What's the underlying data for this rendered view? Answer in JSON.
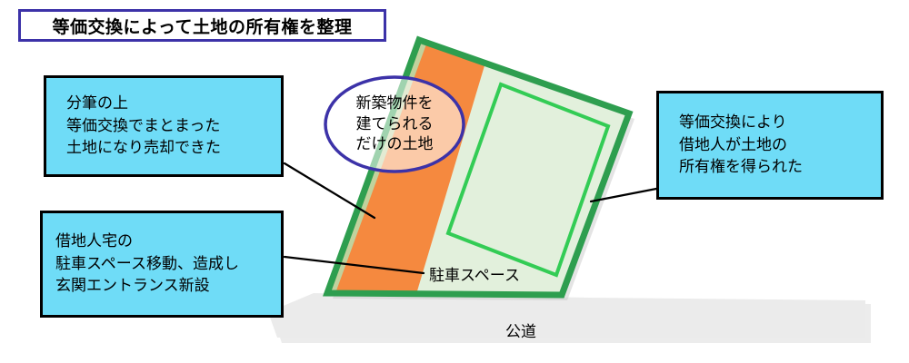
{
  "title": {
    "text": "等価交換によって土地の所有権を整理",
    "border_color": "#3c32a8"
  },
  "callouts": [
    {
      "id": "split",
      "lines": [
        "分筆の上",
        "等価交換でまとまった",
        "土地になり売却できた"
      ],
      "fill": "#6fdcf7",
      "border": "#000000"
    },
    {
      "id": "parking",
      "lines": [
        "借地人宅の",
        "駐車スペース移動、造成し",
        "玄関エントランス新設"
      ],
      "fill": "#6fdcf7",
      "border": "#000000"
    },
    {
      "id": "ownership",
      "lines": [
        "等価交換により",
        "借地人が土地の",
        "所有権を得られた"
      ],
      "fill": "#6fdcf7",
      "border": "#000000"
    }
  ],
  "ellipse_callout": {
    "lines": [
      "新築物件を",
      "建てられる",
      "だけの土地"
    ],
    "stroke": "#3c32a8",
    "fill": "#ffffff",
    "fill_opacity": "0.55"
  },
  "map": {
    "parcel_outline_color": "#2e9e4f",
    "new_build_strip_color": "#f5893f",
    "remaining_land_color": "#e2f0dc",
    "building_outline_color": "#33cc55",
    "road_color": "#ebebeb",
    "labels": {
      "parking_space": "駐車スペース",
      "public_road": "公道"
    }
  },
  "leader_lines": {
    "color": "#000000",
    "count": 3
  }
}
